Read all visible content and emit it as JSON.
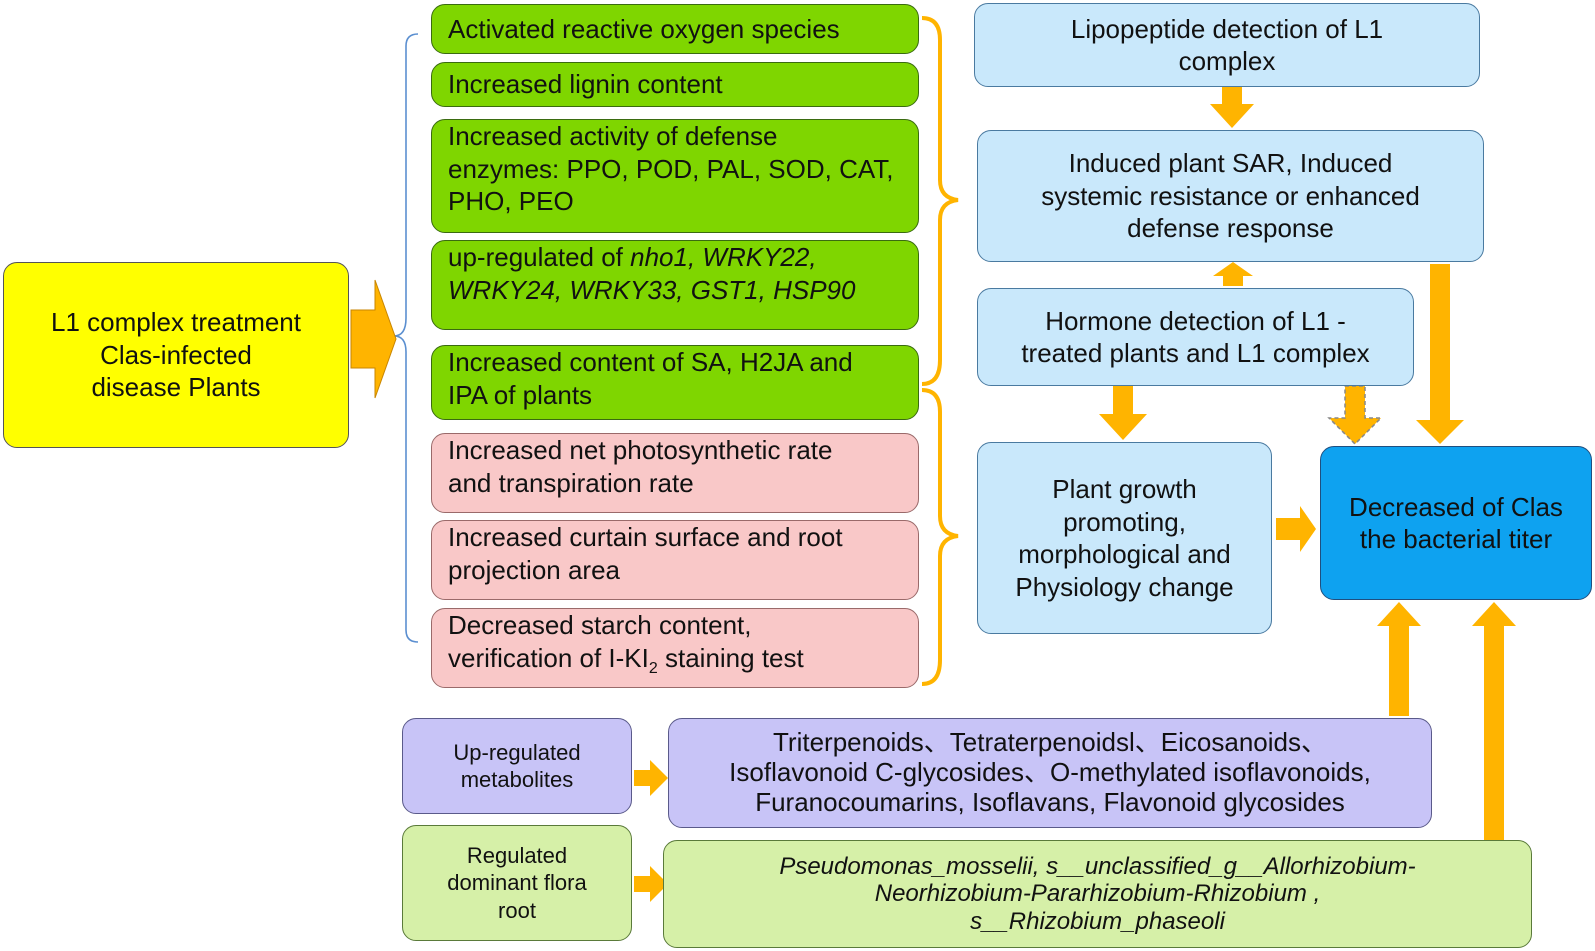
{
  "treatment": {
    "lines": [
      "L1 complex  treatment",
      "Clas-infected",
      "disease Plants"
    ]
  },
  "green_effects": [
    {
      "lines": [
        "Activated reactive oxygen species"
      ]
    },
    {
      "lines": [
        "Increased lignin  content"
      ]
    },
    {
      "lines": [
        "Increased activity of defense",
        "enzymes: PPO, POD, PAL, SOD, CAT,",
        "PHO, PEO"
      ]
    },
    {
      "line1_prefix": "up-regulated of ",
      "line1_genes": "nho1, WRKY22,",
      "line2_genes": "WRKY24, WRKY33, GST1, HSP90"
    },
    {
      "lines": [
        "Increased content of SA, H2JA and",
        "IPA of plants"
      ]
    }
  ],
  "pink_effects": [
    {
      "lines": [
        "Increased net photosynthetic rate",
        "and transpiration rate"
      ]
    },
    {
      "lines": [
        "Increased curtain surface and  root",
        "projection area"
      ]
    },
    {
      "line1": "Decreased starch content,",
      "line2_prefix": "verification of I-KI",
      "line2_sub": "2",
      "line2_suffix": " staining test"
    }
  ],
  "lipopeptide": {
    "lines": [
      "Lipopeptide detection of L1",
      "complex"
    ]
  },
  "sar": {
    "lines": [
      "Induced plant SAR, Induced",
      "systemic resistance or enhanced",
      "defense response"
    ]
  },
  "hormone": {
    "lines": [
      "Hormone detection of L1 -",
      "treated plants and L1 complex"
    ]
  },
  "growth": {
    "lines": [
      "Plant growth",
      "promoting,",
      "morphological and",
      "Physiology change"
    ]
  },
  "outcome": {
    "lines": [
      "Decreased of Clas",
      "the bacterial titer"
    ]
  },
  "metabolites": {
    "label_lines": [
      "Up-regulated",
      "metabolites"
    ],
    "lines": [
      "Triterpenoids、Tetraterpenoidsl、Eicosanoids、",
      "Isoflavonoid C-glycosides、O-methylated isoflavonoids,",
      "Furanocoumarins,  Isoflavans,  Flavonoid glycosides"
    ]
  },
  "flora": {
    "label_lines": [
      "Regulated",
      "dominant flora",
      "root"
    ],
    "lines": [
      "Pseudomonas_mosselii,  s__unclassified_g__Allorhizobium-",
      "Neorhizobium-Pararhizobium-Rhizobium ,",
      "s__Rhizobium_phaseoli"
    ]
  },
  "colors": {
    "green": "#7fd600",
    "pink": "#f9c8c8",
    "light_blue": "#c9e8fb",
    "outcome_blue": "#0ea2f0",
    "yellow": "#ffff00",
    "purple": "#c8c4f7",
    "light_green": "#d6f0a8",
    "arrow": "#ffb400",
    "bracket_blue": "#5b8fd0"
  }
}
